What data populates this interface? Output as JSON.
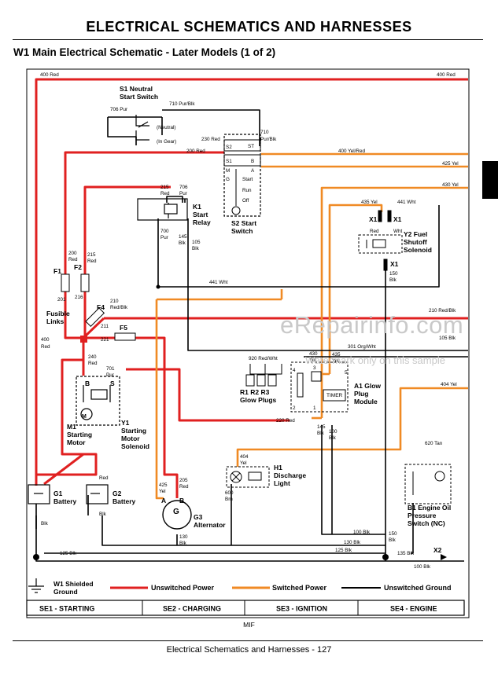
{
  "page": {
    "title": "ELECTRICAL   SCHEMATICS AND HARNESSES",
    "subtitle": "W1 Main Electrical Schematic - Later Models (1 of 2)",
    "footer_code": "MIF",
    "footer_text": "Electrical   Schematics and Harnesses  - 127",
    "watermark": "eRepairinfo.com",
    "watermark_note": "Watermark only on this sample"
  },
  "colors": {
    "unswitched_power": "#e02020",
    "switched_power": "#f08a24",
    "ground": "#000000"
  },
  "wires": {
    "w400_top_left": "400 Red",
    "w400_top_right": "400 Red",
    "w706": "706 Pur",
    "w710a": "710 Pur/Blk",
    "w230": "230 Red",
    "w710b": "710",
    "w710b2": "Pur/Blk",
    "w200": "200 Red",
    "w400yel": "400 Yel/Red",
    "w425": "425 Yel",
    "w430": "430 Yel",
    "w215": "215",
    "w215b": "Red",
    "w706b": "706",
    "w706b2": "Pur",
    "w435": "435 Yel",
    "w441a": "441 Wht",
    "w700": "700",
    "w700b": "Pur",
    "w145": "145",
    "w145b": "Blk",
    "w105": "105",
    "w105b": "Blk",
    "w200b": "200",
    "w200b2": "Red",
    "w215c": "215",
    "w215c2": "Red",
    "w201": "201",
    "w216": "216",
    "w150": "150",
    "w150b": "Blk",
    "w441b": "441 Wht",
    "w210": "210",
    "w210b": "Red/Blk",
    "w210r": "210 Red/Blk",
    "w211": "211",
    "w221": "221",
    "w105r": "105 Blk",
    "w301": "301 Org/Wht",
    "w400l": "400",
    "w400l2": "Red",
    "w920": "920 Red/Wht",
    "w430b": "430",
    "w430b2": "Yel",
    "w435b": "435",
    "w435b2": "Yel",
    "w240": "240",
    "w240b": "Red",
    "w701": "701",
    "w701b": "Pur",
    "w404r": "404 Yel",
    "w220": "220 Red",
    "w145c": "145",
    "w145c2": "Blk",
    "w100": "100",
    "w100b": "Blk",
    "w620": "620 Tan",
    "w404": "404",
    "w404b": "Yel",
    "wred": "Red",
    "w425b": "425",
    "w425b2": "Yel",
    "w205": "205",
    "w205b": "Red",
    "w600": "600",
    "w600b": "Brn",
    "wblk1": "Blk",
    "wblk2": "Blk",
    "w130": "130",
    "w130b": "Blk",
    "w100m": "100 Blk",
    "w130m": "130 Blk",
    "w125m": "125 Blk",
    "w150r": "150",
    "w150r2": "Blk",
    "w125l": "125 Blk",
    "w135": "135 Blk",
    "w100r": "100 Blk"
  },
  "components": {
    "s1": {
      "name": "S1 Neutral",
      "name2": "Start Switch",
      "neutral": "(Neutral)",
      "in_gear": "(In Gear)"
    },
    "s2": {
      "name": "S2 Start",
      "name2": "Switch",
      "s2": "S2",
      "s1": "S1",
      "m": "M",
      "g": "G",
      "st": "ST",
      "b": "B",
      "a": "A",
      "start": "Start",
      "run": "Run",
      "off": "Off"
    },
    "k1": {
      "name": "K1",
      "name2": "Start",
      "name3": "Relay"
    },
    "y2": {
      "name": "Y2 Fuel",
      "name2": "Shutoff",
      "name3": "Solenoid",
      "x1a": "X1",
      "x1b": "X1",
      "x1c": "X1",
      "red": "Red",
      "wht": "Wht"
    },
    "f1": {
      "name": "F1"
    },
    "f2": {
      "name": "F2"
    },
    "f4": {
      "name": "F4"
    },
    "f5": {
      "name": "F5"
    },
    "fusible": {
      "name": "Fusible",
      "name2": "Links"
    },
    "r": {
      "name": "R1 R2 R3",
      "name2": "Glow Plugs"
    },
    "a1": {
      "name": "A1 Glow",
      "name2": "Plug",
      "name3": "Module",
      "timer": "TIMER",
      "p1": "1",
      "p2": "2",
      "p3": "3",
      "p4": "4",
      "p5": "5"
    },
    "m1": {
      "name": "M1",
      "name2": "Starting",
      "name3": "Motor",
      "b": "B",
      "s": "S",
      "m": "M"
    },
    "y1": {
      "name": "Y1",
      "name2": "Starting",
      "name3": "Motor",
      "name4": "Solenoid"
    },
    "h1": {
      "name": "H1",
      "name2": "Discharge",
      "name3": "Light"
    },
    "b1": {
      "name": "B1 Engine Oil",
      "name2": "Pressure",
      "name3": "Switch (NC)"
    },
    "g1": {
      "name": "G1",
      "name2": "Battery"
    },
    "g2": {
      "name": "G2",
      "name2": "Battery"
    },
    "g3": {
      "name": "G3",
      "name2": "Alternator",
      "a": "A",
      "b": "B",
      "g": "G"
    },
    "x2": {
      "name": "X2"
    },
    "w1": {
      "name": "W1 Shielded",
      "name2": "Ground"
    }
  },
  "legend": {
    "unswitched_power": "Unswitched Power",
    "switched_power": "Switched Power",
    "unswitched_ground": "Unswitched Ground"
  },
  "sections": [
    "SE1 - STARTING",
    "SE2 - CHARGING",
    "SE3 - IGNITION",
    "SE4 - ENGINE"
  ]
}
